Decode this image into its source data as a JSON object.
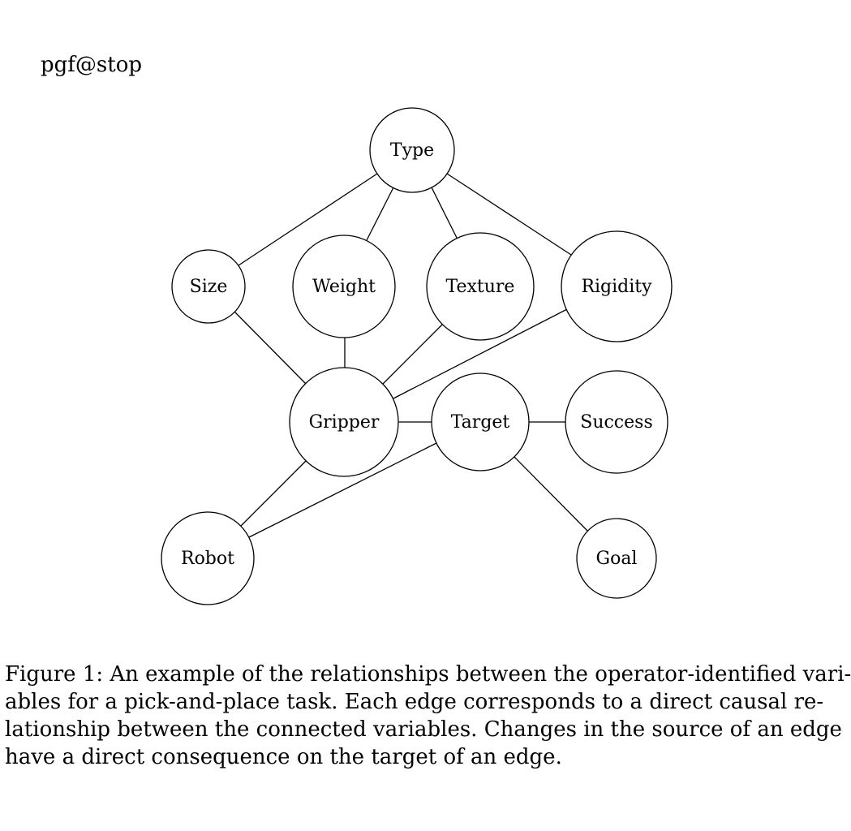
{
  "stray_text": "pgf@stop",
  "diagram": {
    "nodes": {
      "type": "Type",
      "size": "Size",
      "weight": "Weight",
      "texture": "Texture",
      "rigidity": "Rigidity",
      "gripper": "Gripper",
      "target": "Target",
      "success": "Success",
      "robot": "Robot",
      "goal": "Goal"
    },
    "edges": [
      [
        "Type",
        "Size"
      ],
      [
        "Type",
        "Weight"
      ],
      [
        "Type",
        "Texture"
      ],
      [
        "Type",
        "Rigidity"
      ],
      [
        "Size",
        "Gripper"
      ],
      [
        "Weight",
        "Gripper"
      ],
      [
        "Texture",
        "Gripper"
      ],
      [
        "Rigidity",
        "Gripper"
      ],
      [
        "Gripper",
        "Target"
      ],
      [
        "Target",
        "Success"
      ],
      [
        "Gripper",
        "Robot"
      ],
      [
        "Target",
        "Robot"
      ],
      [
        "Target",
        "Goal"
      ]
    ]
  },
  "caption": {
    "lines": [
      "Figure 1: An example of the relationships between the operator-identified vari-",
      "ables for a pick-and-place task. Each edge corresponds to a direct causal re-",
      "lationship between the connected variables. Changes in the source of an edge",
      "have a direct consequence on the target of an edge."
    ]
  }
}
